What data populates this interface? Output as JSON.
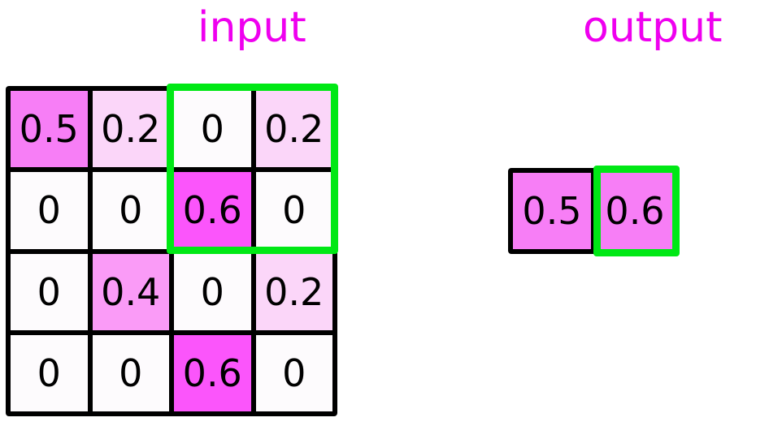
{
  "labels": {
    "input": "input",
    "output": "output",
    "accent_color": "#ef00ef",
    "selection_color": "#00e815"
  },
  "chart_data": {
    "type": "heatmap",
    "title": "",
    "panels": [
      {
        "name": "input",
        "label": "input",
        "rows": 4,
        "cols": 4,
        "values": [
          [
            0.5,
            0.2,
            0,
            0.2
          ],
          [
            0,
            0,
            0.6,
            0
          ],
          [
            0,
            0.4,
            0,
            0.2
          ],
          [
            0,
            0,
            0.6,
            0
          ]
        ],
        "cell_text": [
          [
            "0.5",
            "0.2",
            "0",
            "0.2"
          ],
          [
            "0",
            "0",
            "0.6",
            "0"
          ],
          [
            "0",
            "0.4",
            "0",
            "0.2"
          ],
          [
            "0",
            "0",
            "0.6",
            "0"
          ]
        ],
        "selection": {
          "row_start": 1,
          "row_end": 2,
          "col_start": 3,
          "col_end": 4,
          "color": "#00e815"
        }
      },
      {
        "name": "output",
        "label": "output",
        "rows": 1,
        "cols": 2,
        "values": [
          [
            0.5,
            0.6
          ]
        ],
        "cell_text": [
          [
            "0.5",
            "0.6"
          ]
        ],
        "selection": {
          "row_start": 1,
          "row_end": 1,
          "col_start": 2,
          "col_end": 2,
          "color": "#00e815"
        }
      }
    ],
    "colorscale": {
      "0": "#fdfbfd",
      "0.2": "#fbd6f9",
      "0.4": "#fa9bf7",
      "0.5": "#f77ef6",
      "0.6": "#fb55fb"
    }
  }
}
